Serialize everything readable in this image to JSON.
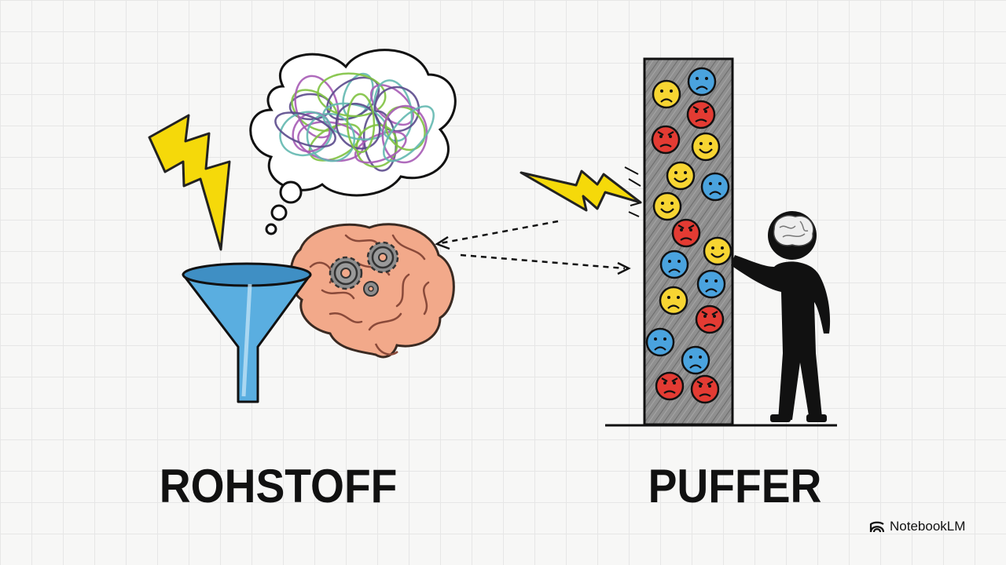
{
  "labels": {
    "left": "ROHSTOFF",
    "right": "PUFFER"
  },
  "brand": {
    "name": "NotebookLM",
    "icon": "notebooklm-logo-icon"
  },
  "colors": {
    "funnel": "#5aaee0",
    "brain": "#f2a98a",
    "lightning": "#f5d90a",
    "wall": "#8f8f8f",
    "face_yellow": "#f7d532",
    "face_blue": "#4aa3de",
    "face_red": "#e33b33",
    "figure": "#111111"
  },
  "tangle_colors": [
    "#5b4a8c",
    "#7fc241",
    "#a65bb5",
    "#63b8b0"
  ],
  "faces": [
    {
      "mood": "sad",
      "color": "yellow"
    },
    {
      "mood": "sad",
      "color": "blue"
    },
    {
      "mood": "angry",
      "color": "red"
    },
    {
      "mood": "angry",
      "color": "red"
    },
    {
      "mood": "happy",
      "color": "yellow"
    },
    {
      "mood": "happy",
      "color": "yellow"
    },
    {
      "mood": "sad",
      "color": "blue"
    },
    {
      "mood": "happy",
      "color": "yellow"
    },
    {
      "mood": "angry",
      "color": "red"
    },
    {
      "mood": "happy",
      "color": "yellow"
    },
    {
      "mood": "sad",
      "color": "blue"
    },
    {
      "mood": "sad",
      "color": "blue"
    },
    {
      "mood": "sad",
      "color": "yellow"
    },
    {
      "mood": "angry",
      "color": "red"
    },
    {
      "mood": "sad",
      "color": "blue"
    },
    {
      "mood": "sad",
      "color": "blue"
    },
    {
      "mood": "angry",
      "color": "red"
    },
    {
      "mood": "angry",
      "color": "red"
    }
  ]
}
